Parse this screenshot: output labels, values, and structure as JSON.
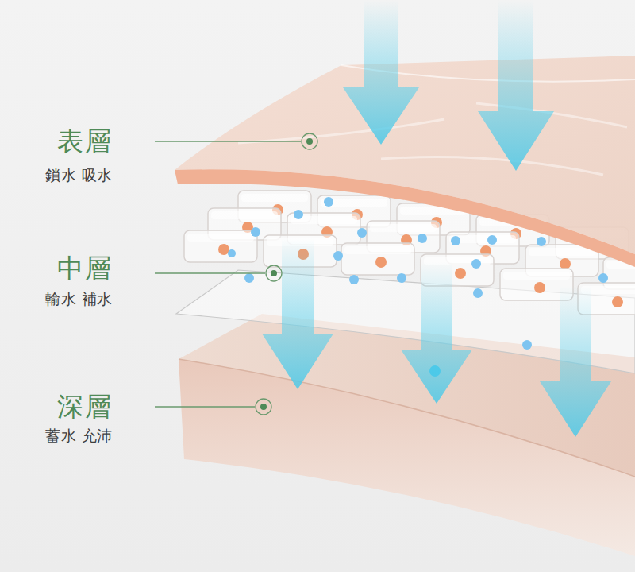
{
  "diagram": {
    "labels": [
      "表層",
      "鎖水 吸水",
      "中層",
      "輸水 補水",
      "深層",
      "蓄水 充沛"
    ]
  }
}
